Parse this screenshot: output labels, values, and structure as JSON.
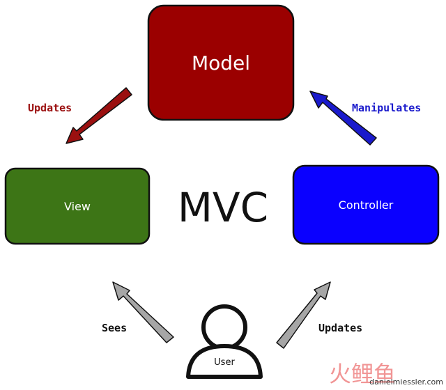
{
  "title": "MVC",
  "colors": {
    "model": "#9b0000",
    "view": "#3d7516",
    "controller": "#0a00ff",
    "updates_red": "#9b1010",
    "manipulates_blue": "#1a1acc",
    "gray_arrow": "#a6a6a6",
    "watermark_red": "#f08a8a"
  },
  "nodes": {
    "model": "Model",
    "view": "View",
    "controller": "Controller",
    "user": "User"
  },
  "edges": {
    "model_to_view": "Updates",
    "controller_to_model": "Manipulates",
    "user_to_view": "Sees",
    "user_to_controller": "Updates"
  },
  "icons": {
    "user": "user-icon"
  },
  "watermark": {
    "logo_glyphs": "火鲤鱼",
    "url": "danielmiessler.com"
  }
}
